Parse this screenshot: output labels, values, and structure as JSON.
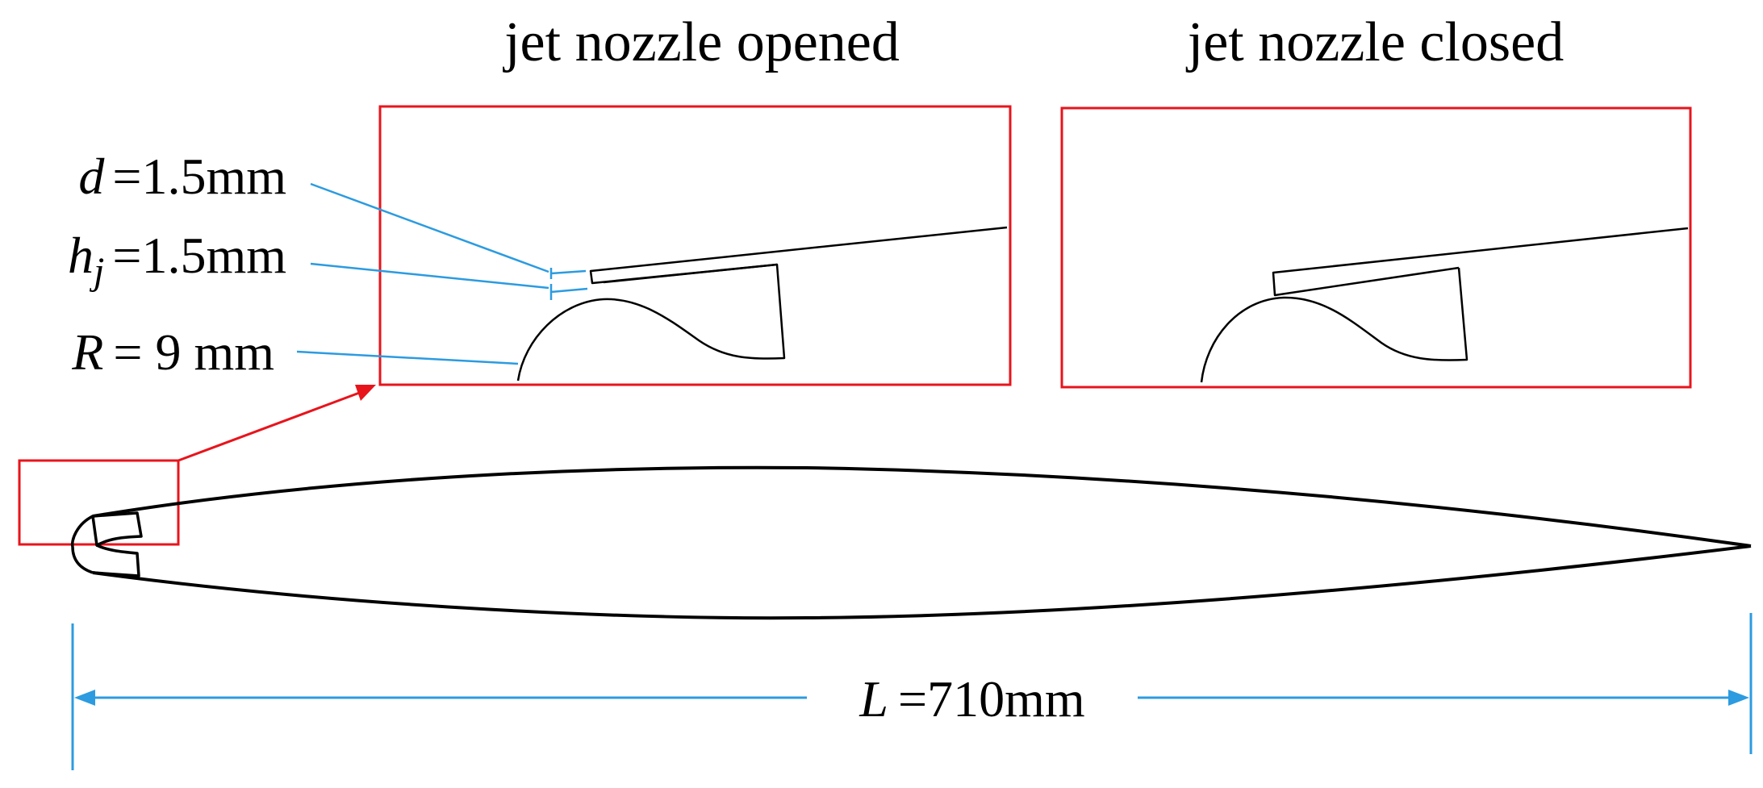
{
  "titles": {
    "opened": "jet nozzle opened",
    "closed": "jet nozzle closed"
  },
  "dimensions": {
    "d": {
      "symbol": "d",
      "subscript": "",
      "value": "=1.5mm"
    },
    "hj": {
      "symbol": "h",
      "subscript": "j",
      "value": "=1.5mm"
    },
    "R": {
      "symbol": "R",
      "subscript": "",
      "value": "= 9 mm"
    },
    "L": {
      "symbol": "L",
      "subscript": "",
      "value": "=710mm"
    }
  },
  "colors": {
    "highlight_box": "#e8141c",
    "dimension_line": "#2c9be0",
    "outline": "#000000",
    "background": "#ffffff"
  }
}
